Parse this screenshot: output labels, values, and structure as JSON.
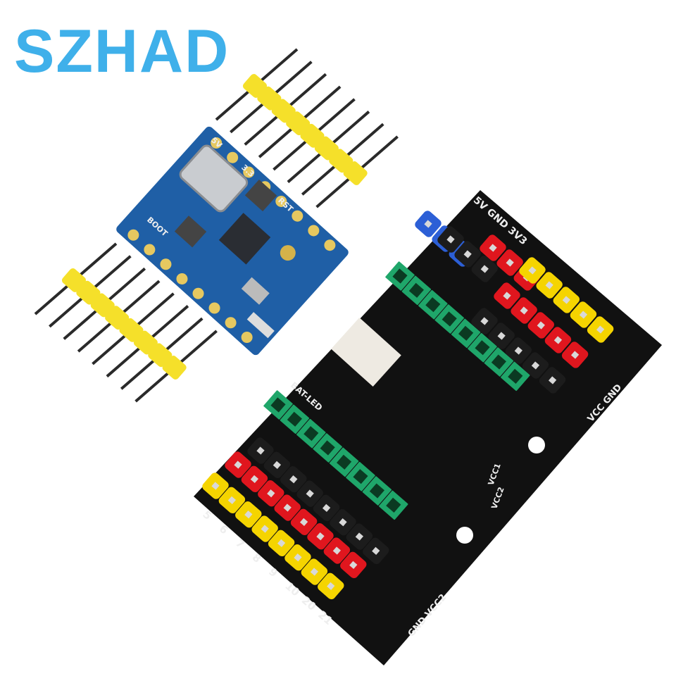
{
  "logo": {
    "text": "SZHAD",
    "color": "#3fb0ea"
  },
  "dev_board": {
    "color": "#1f5fa6",
    "labels": {
      "v5": "5V",
      "v33": "3.3",
      "rst": "RST",
      "boot": "BOOT"
    }
  },
  "expansion_board": {
    "color": "#111111",
    "power_header_label": "5V GND 3V3",
    "top_right_label": "VCC GND",
    "bottom_right_label": "GND VCC2",
    "battery_label": "BAT-LED",
    "vcc_labels": [
      "VCC1",
      "VCC2"
    ],
    "pin_labels": [
      "5",
      "6",
      "7",
      "8",
      "9",
      "10",
      "20",
      "21"
    ],
    "header_colors": {
      "signal": "#f5d400",
      "vcc": "#e0161e",
      "gnd": "#1c1c1c",
      "socket": "#1fa66a",
      "power5v": "#2c5fd6"
    }
  }
}
